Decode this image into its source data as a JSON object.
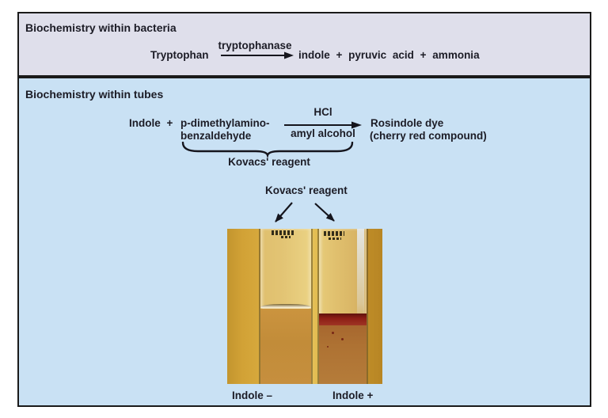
{
  "figure": {
    "panel_bacteria": {
      "title": "Biochemistry within bacteria",
      "substrate": "Tryptophan",
      "enzyme": "tryptophanase",
      "products": "indole + pyruvic acid + ammonia"
    },
    "panel_tubes": {
      "title": "Biochemistry within tubes",
      "reactant_a": "Indole +",
      "reactant_b_line1": "p-dimethylamino-",
      "reactant_b_line2": "benzaldehyde",
      "catalyst_above_arrow": "HCl",
      "catalyst_below_arrow": "amyl alcohol",
      "product_line1": "Rosindole dye",
      "product_line2": "(cherry red compound)",
      "brace_label": "Kovacs' reagent",
      "pointer_label": "Kovacs' reagent",
      "photo": {
        "negative_tube_label": "Indole –",
        "positive_tube_label": "Indole +"
      }
    },
    "colors": {
      "bacteria_panel_bg": "#dfdfeb",
      "tubes_panel_bg": "#c9e1f4",
      "panel_border": "#1a1a1a",
      "text": "#1c1c26",
      "photo_background_yellow": "#d9ab40",
      "negative_tube_liquid": "#c68f3c",
      "rosindole_dye_red": "#8c1d15",
      "positive_tube_liquid": "#b07434"
    }
  }
}
